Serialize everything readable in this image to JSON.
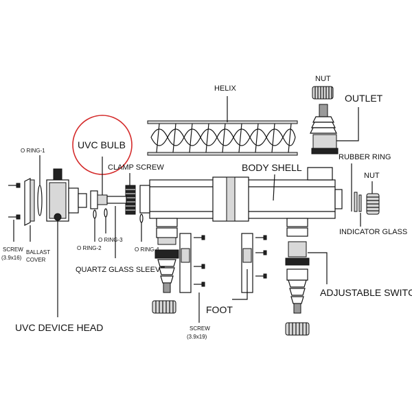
{
  "labels": {
    "helix": "HELIX",
    "nut_top": "NUT",
    "outlet": "OUTLET",
    "uvc_bulb": "UVC BULB",
    "clamp_screw": "CLAMP SCREW",
    "body_shell": "BODY SHELL",
    "rubber_ring": "RUBBER RING",
    "nut_right": "NUT",
    "o_ring_1": "O RING-1",
    "o_ring_2": "O RING-2",
    "o_ring_3": "O RING-3",
    "o_ring_4": "O RING-4",
    "indicator_glass": "INDICATOR GLASS",
    "screw_left": "SCREW",
    "screw_left_size": "(3.9x16)",
    "ballast": "BALLAST",
    "cover": "COVER",
    "quartz_glass_sleeve": "QUARTZ GLASS SLEEVE",
    "foot": "FOOT",
    "adjustable_switch": "ADJUSTABLE SWITCH",
    "uvc_device_head": "UVC DEVICE HEAD",
    "screw_bottom": "SCREW",
    "screw_bottom_size": "(3.9x19)"
  },
  "colors": {
    "highlight_circle": "#d42a2a",
    "ink": "#111111"
  }
}
